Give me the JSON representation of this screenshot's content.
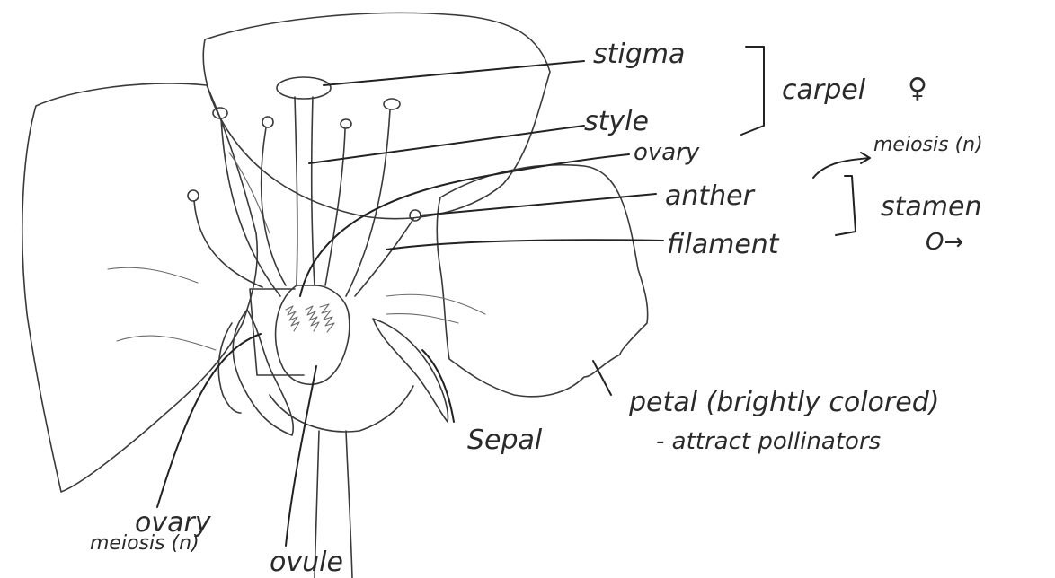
{
  "labels": {
    "stigma": "stigma",
    "style": "style",
    "ovary_top": "ovary",
    "carpel": "carpel",
    "female_symbol": "♀",
    "meiosis_top": "meiosis (n)",
    "anther": "anther",
    "filament": "filament",
    "stamen": "stamen",
    "male_symbol": "O→",
    "petal": "petal (brightly colored)",
    "petal_note": "- attract pollinators",
    "sepal": "Sepal",
    "ovary_bottom": "ovary",
    "meiosis_bottom": "meiosis (n)",
    "ovule": "ovule"
  }
}
